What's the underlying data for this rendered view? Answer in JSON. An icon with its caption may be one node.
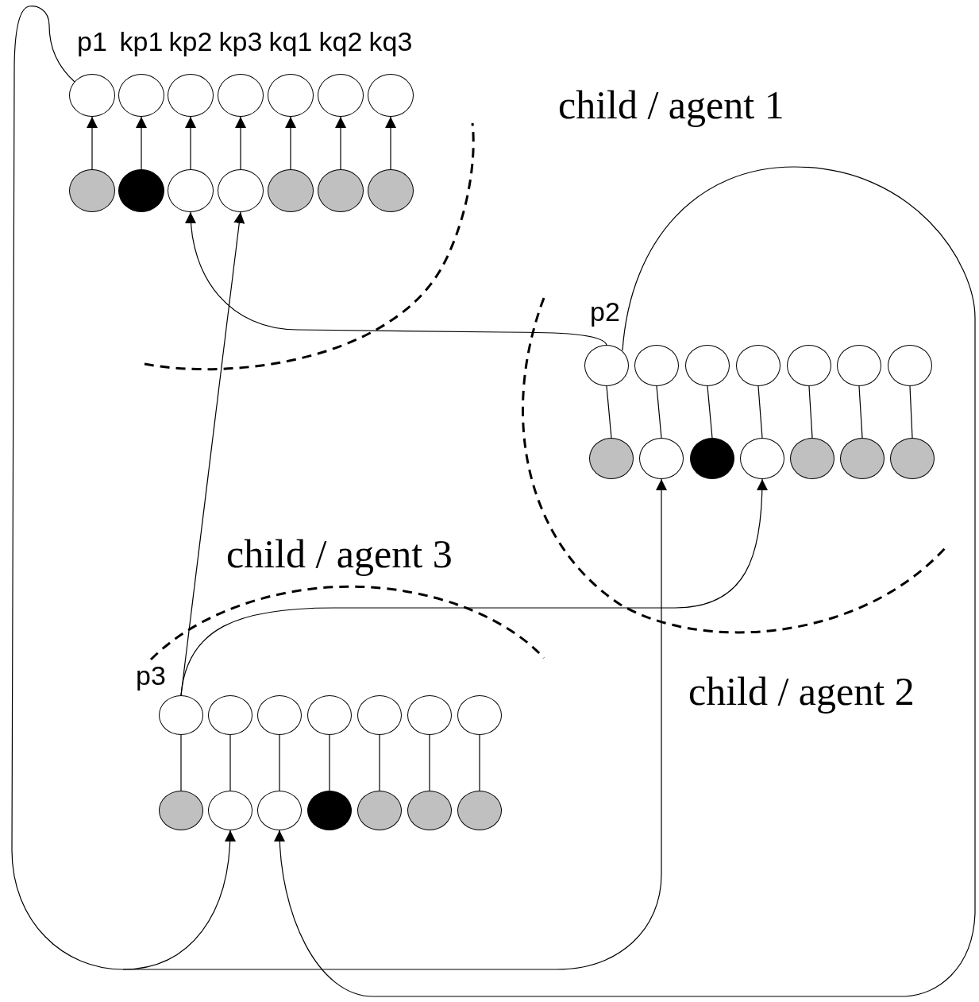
{
  "diagram": {
    "nodes": [
      {
        "text": [],
        "shape": "circle",
        "beside": [
          "p1"
        ]
      },
      {
        "text": [],
        "shape": "circle",
        "beside": [
          "kp1"
        ]
      },
      {
        "text": [],
        "shape": "circle",
        "beside": [
          "kp2"
        ]
      },
      {
        "text": [],
        "shape": "circle",
        "beside": [
          "kp3"
        ]
      },
      {
        "text": [],
        "shape": "circle",
        "beside": [
          "kq1"
        ]
      },
      {
        "text": [],
        "shape": "circle",
        "beside": [
          "kq2"
        ]
      },
      {
        "text": [],
        "shape": "circle",
        "beside": [
          "kq3"
        ]
      },
      {
        "text": [],
        "shape": "circle"
      },
      {
        "text": [],
        "shape": "circle"
      },
      {
        "text": [],
        "shape": "circle"
      },
      {
        "text": [],
        "shape": "circle"
      },
      {
        "text": [],
        "shape": "circle"
      },
      {
        "text": [],
        "shape": "circle"
      },
      {
        "text": [],
        "shape": "circle"
      },
      {
        "text": [],
        "shape": "circle",
        "beside": [
          "p2"
        ]
      },
      {
        "text": [],
        "shape": "circle"
      },
      {
        "text": [],
        "shape": "circle"
      },
      {
        "text": [],
        "shape": "circle"
      },
      {
        "text": [],
        "shape": "circle"
      },
      {
        "text": [],
        "shape": "circle"
      },
      {
        "text": [],
        "shape": "circle"
      },
      {
        "text": [],
        "shape": "circle"
      },
      {
        "text": [],
        "shape": "circle"
      },
      {
        "text": [],
        "shape": "circle"
      },
      {
        "text": [],
        "shape": "circle"
      },
      {
        "text": [],
        "shape": "circle"
      },
      {
        "text": [],
        "shape": "circle"
      },
      {
        "text": [],
        "shape": "circle"
      },
      {
        "text": [],
        "shape": "circle",
        "beside": [
          "p3"
        ]
      },
      {
        "text": [],
        "shape": "circle"
      },
      {
        "text": [],
        "shape": "circle"
      },
      {
        "text": [],
        "shape": "circle"
      },
      {
        "text": [],
        "shape": "circle"
      },
      {
        "text": [],
        "shape": "circle"
      },
      {
        "text": [],
        "shape": "circle"
      },
      {
        "text": [],
        "shape": "circle"
      },
      {
        "text": [],
        "shape": "circle"
      },
      {
        "text": [],
        "shape": "circle"
      },
      {
        "text": [],
        "shape": "circle"
      },
      {
        "text": [],
        "shape": "circle"
      },
      {
        "text": [],
        "shape": "circle"
      },
      {
        "text": [],
        "shape": "circle"
      }
    ],
    "edges": [
      {
        "from": 7,
        "to": 0,
        "arrow": "to"
      },
      {
        "from": 8,
        "to": 1,
        "arrow": "to"
      },
      {
        "from": 9,
        "to": 2,
        "arrow": "to"
      },
      {
        "from": 10,
        "to": 3,
        "arrow": "to"
      },
      {
        "from": 11,
        "to": 4,
        "arrow": "to"
      },
      {
        "from": 12,
        "to": 5,
        "arrow": "to"
      },
      {
        "from": 13,
        "to": 6,
        "arrow": "to"
      },
      {
        "from": 21,
        "to": 14,
        "arrow": "none"
      },
      {
        "from": 22,
        "to": 15,
        "arrow": "none"
      },
      {
        "from": 23,
        "to": 16,
        "arrow": "none"
      },
      {
        "from": 24,
        "to": 17,
        "arrow": "none"
      },
      {
        "from": 25,
        "to": 18,
        "arrow": "none"
      },
      {
        "from": 26,
        "to": 19,
        "arrow": "none"
      },
      {
        "from": 27,
        "to": 20,
        "arrow": "none"
      },
      {
        "from": 35,
        "to": 28,
        "arrow": "none"
      },
      {
        "from": 36,
        "to": 29,
        "arrow": "none"
      },
      {
        "from": 37,
        "to": 30,
        "arrow": "none"
      },
      {
        "from": 38,
        "to": 31,
        "arrow": "none"
      },
      {
        "from": 39,
        "to": 32,
        "arrow": "none"
      },
      {
        "from": 40,
        "to": 33,
        "arrow": "none"
      },
      {
        "from": 41,
        "to": 34,
        "arrow": "none"
      },
      {
        "from": 14,
        "to": 9,
        "arrow": "to"
      },
      {
        "from": 28,
        "to": 10,
        "arrow": "to"
      },
      {
        "from": 28,
        "to": 24,
        "arrow": "to"
      },
      {
        "from": 0,
        "to": 36,
        "arrow": "to"
      },
      {
        "from": 0,
        "to": 22,
        "arrow": "to"
      },
      {
        "from": 14,
        "to": 37,
        "arrow": "to"
      }
    ],
    "labels": [
      "child / agent 1",
      "child / agent 3",
      "child / agent 2"
    ]
  }
}
